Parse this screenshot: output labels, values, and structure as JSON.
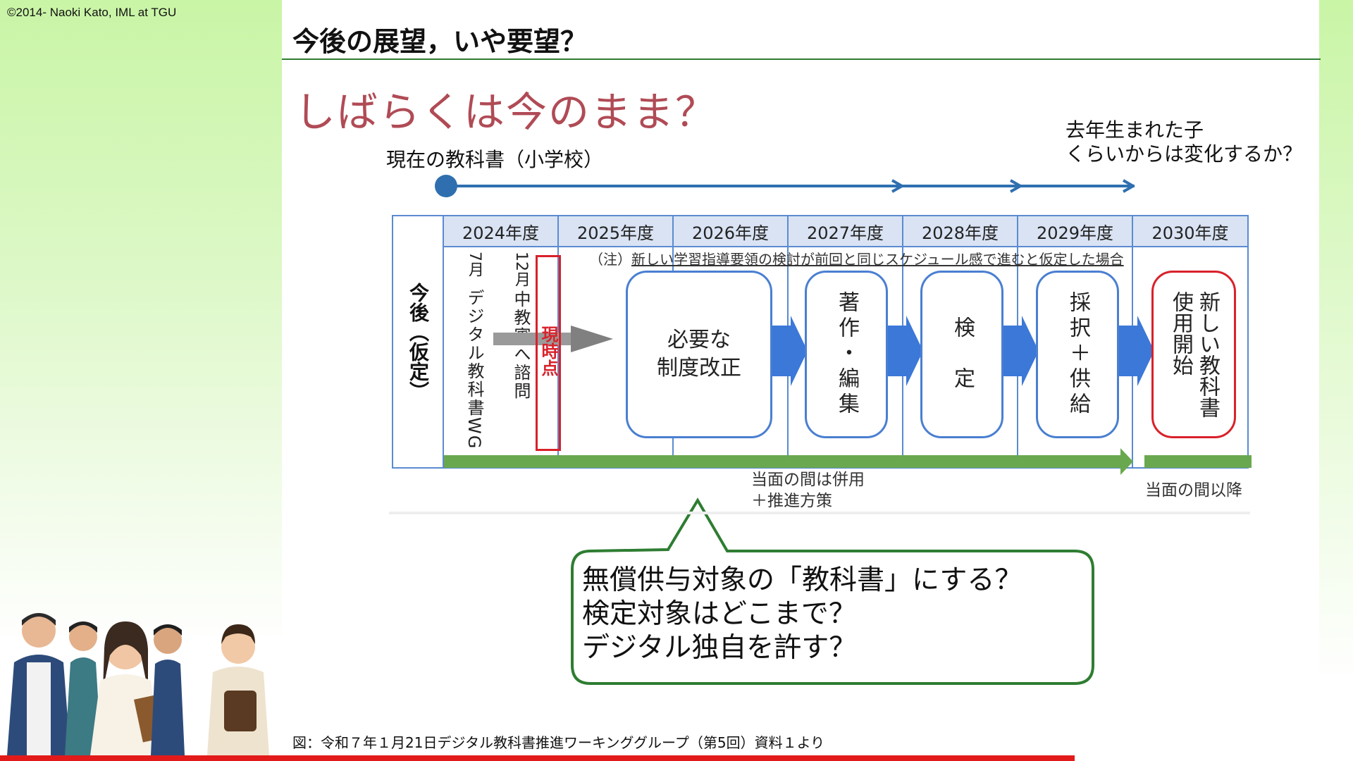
{
  "copyright": "©2014- Naoki Kato, IML at TGU",
  "slide_title": "今後の展望，いや要望？",
  "subtitle": "しばらくは今のまま？",
  "timeline": {
    "current_label": "現在の教科書（小学校）",
    "future_note_line1": "去年生まれた子",
    "future_note_line2": "くらいからは変化するか？"
  },
  "table": {
    "side_label": "今後（仮定）",
    "years": [
      "2024年度",
      "2025年度",
      "2026年度",
      "2027年度",
      "2028年度",
      "2029年度",
      "2030年度"
    ],
    "note_prefix": "（注）",
    "note_text": "新しい学習指導要領の検討が前回と同じスケジュール感で進むと仮定した場合",
    "july": "7月",
    "december": "12月",
    "wg": "デジタル教科書WG",
    "chukyo": "中教審へ諮問",
    "now": "現時点",
    "steps": {
      "seido_line1": "必要な",
      "seido_line2": "制度改正",
      "chosaku": "著作・編集",
      "kentei": "検　定",
      "saitaku": "採択＋供給",
      "new_col1": "新しい教科書",
      "new_col2": "使用開始"
    },
    "heiyo_line1": "当面の間は併用",
    "heiyo_line2": "＋推進方策",
    "ikou": "当面の間以降"
  },
  "bubble": {
    "line1": "無償供与対象の「教科書」にする？",
    "line2": "検定対象はどこまで？",
    "line3": "デジタル独自を許す？"
  },
  "caption": "図：令和７年１月21日デジタル教科書推進ワーキンググループ（第5回）資料１より",
  "colors": {
    "title_rule": "#2e7d32",
    "subtitle": "#b04b55",
    "table_border": "#5b8bd0",
    "step_border": "#4a7fd1",
    "accent_red": "#d9212a",
    "green_bar": "#6aa84f",
    "timeline_arrow": "#2f6fb0"
  }
}
